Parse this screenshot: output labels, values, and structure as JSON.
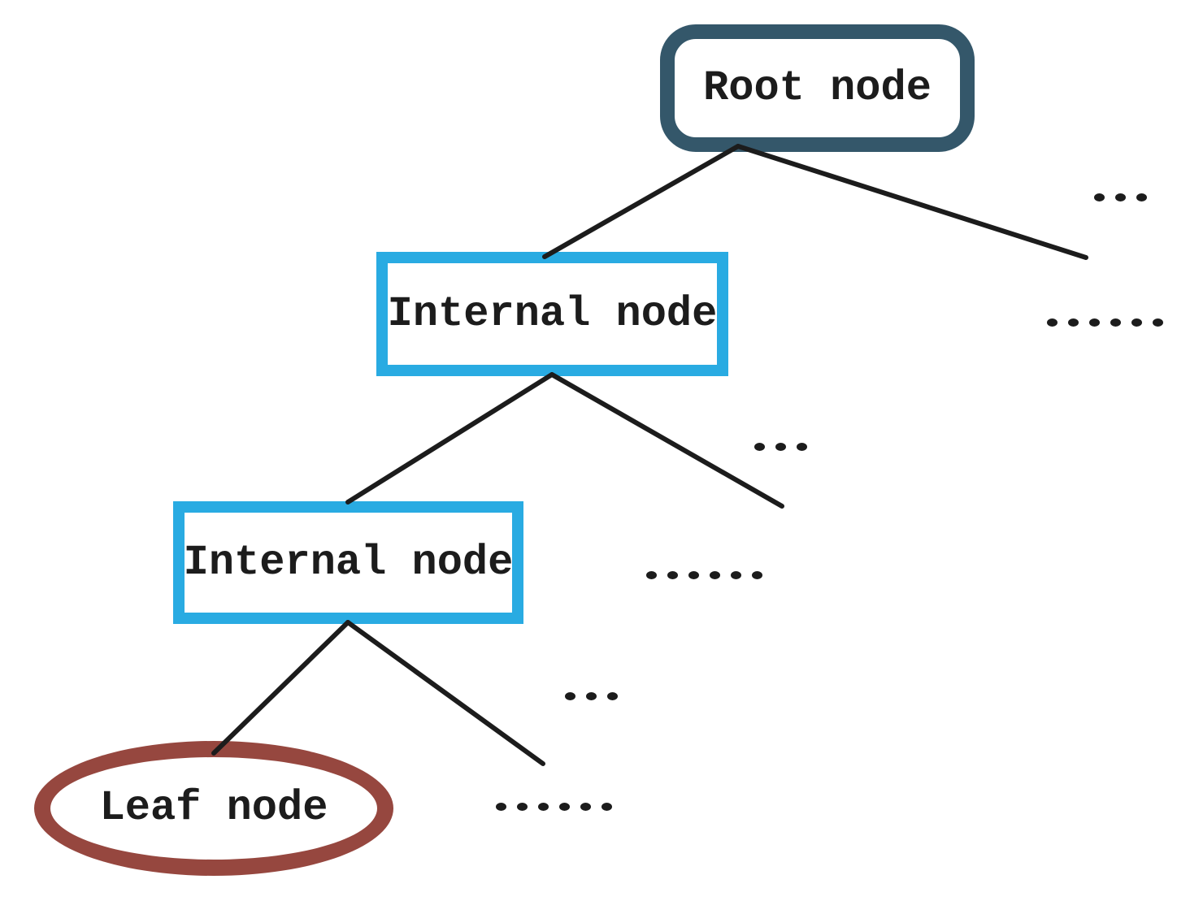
{
  "diagram": {
    "type": "tree",
    "nodes": {
      "root": {
        "label": "Root node",
        "shape": "rounded-rectangle",
        "border_color": "#34576A"
      },
      "internal_1": {
        "label": "Internal node",
        "shape": "rectangle",
        "border_color": "#29ABE2"
      },
      "internal_2": {
        "label": "Internal node",
        "shape": "rectangle",
        "border_color": "#29ABE2"
      },
      "leaf": {
        "label": "Leaf node",
        "shape": "ellipse",
        "border_color": "#96473F"
      }
    },
    "ellipses": {
      "root_right_short": "...",
      "root_right_long": "......",
      "internal_1_right_short": "...",
      "internal_1_right_long": "......",
      "internal_2_right_short": "...",
      "internal_2_right_long": "......"
    },
    "edges": [
      {
        "from": "root",
        "to": "internal_1"
      },
      {
        "from": "root",
        "to": "right-subtree-ellipsis"
      },
      {
        "from": "internal_1",
        "to": "internal_2"
      },
      {
        "from": "internal_1",
        "to": "right-subtree-ellipsis"
      },
      {
        "from": "internal_2",
        "to": "leaf"
      },
      {
        "from": "internal_2",
        "to": "right-subtree-ellipsis"
      }
    ],
    "colors": {
      "background": "#FFFFFF",
      "root_border": "#34576A",
      "internal_border": "#29ABE2",
      "leaf_border": "#96473F",
      "line": "#1C1C1C",
      "text": "#1C1C1C"
    }
  }
}
